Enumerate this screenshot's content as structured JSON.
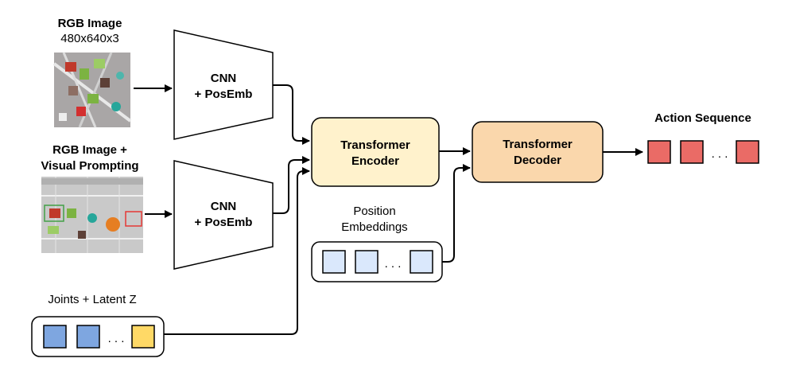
{
  "inputs": {
    "rgb": {
      "title": "RGB Image",
      "size": "480x640x3"
    },
    "prompted": {
      "title_line1": "RGB Image +",
      "title_line2": "Visual Prompting"
    },
    "joints": {
      "label": "Joints + Latent Z",
      "ellipsis": ". . ."
    }
  },
  "cnn_top": {
    "line1": "CNN",
    "line2": "+ PosEmb"
  },
  "cnn_bottom": {
    "line1": "CNN",
    "line2": "+ PosEmb"
  },
  "encoder": {
    "line1": "Transformer",
    "line2": "Encoder"
  },
  "decoder": {
    "line1": "Transformer",
    "line2": "Decoder"
  },
  "position": {
    "line1": "Position",
    "line2": "Embeddings",
    "ellipsis": ". . ."
  },
  "output": {
    "label": "Action Sequence",
    "ellipsis": ". . ."
  },
  "colors": {
    "encoder_fill": "#fff2cc",
    "encoder_stroke": "#d6b656",
    "decoder_fill": "#fad7ac",
    "decoder_stroke": "#b46504",
    "position_token": "#dae8fc",
    "joint_token": "#7ea6e0",
    "latent_token": "#ffd966",
    "action_token": "#ea6b66"
  }
}
